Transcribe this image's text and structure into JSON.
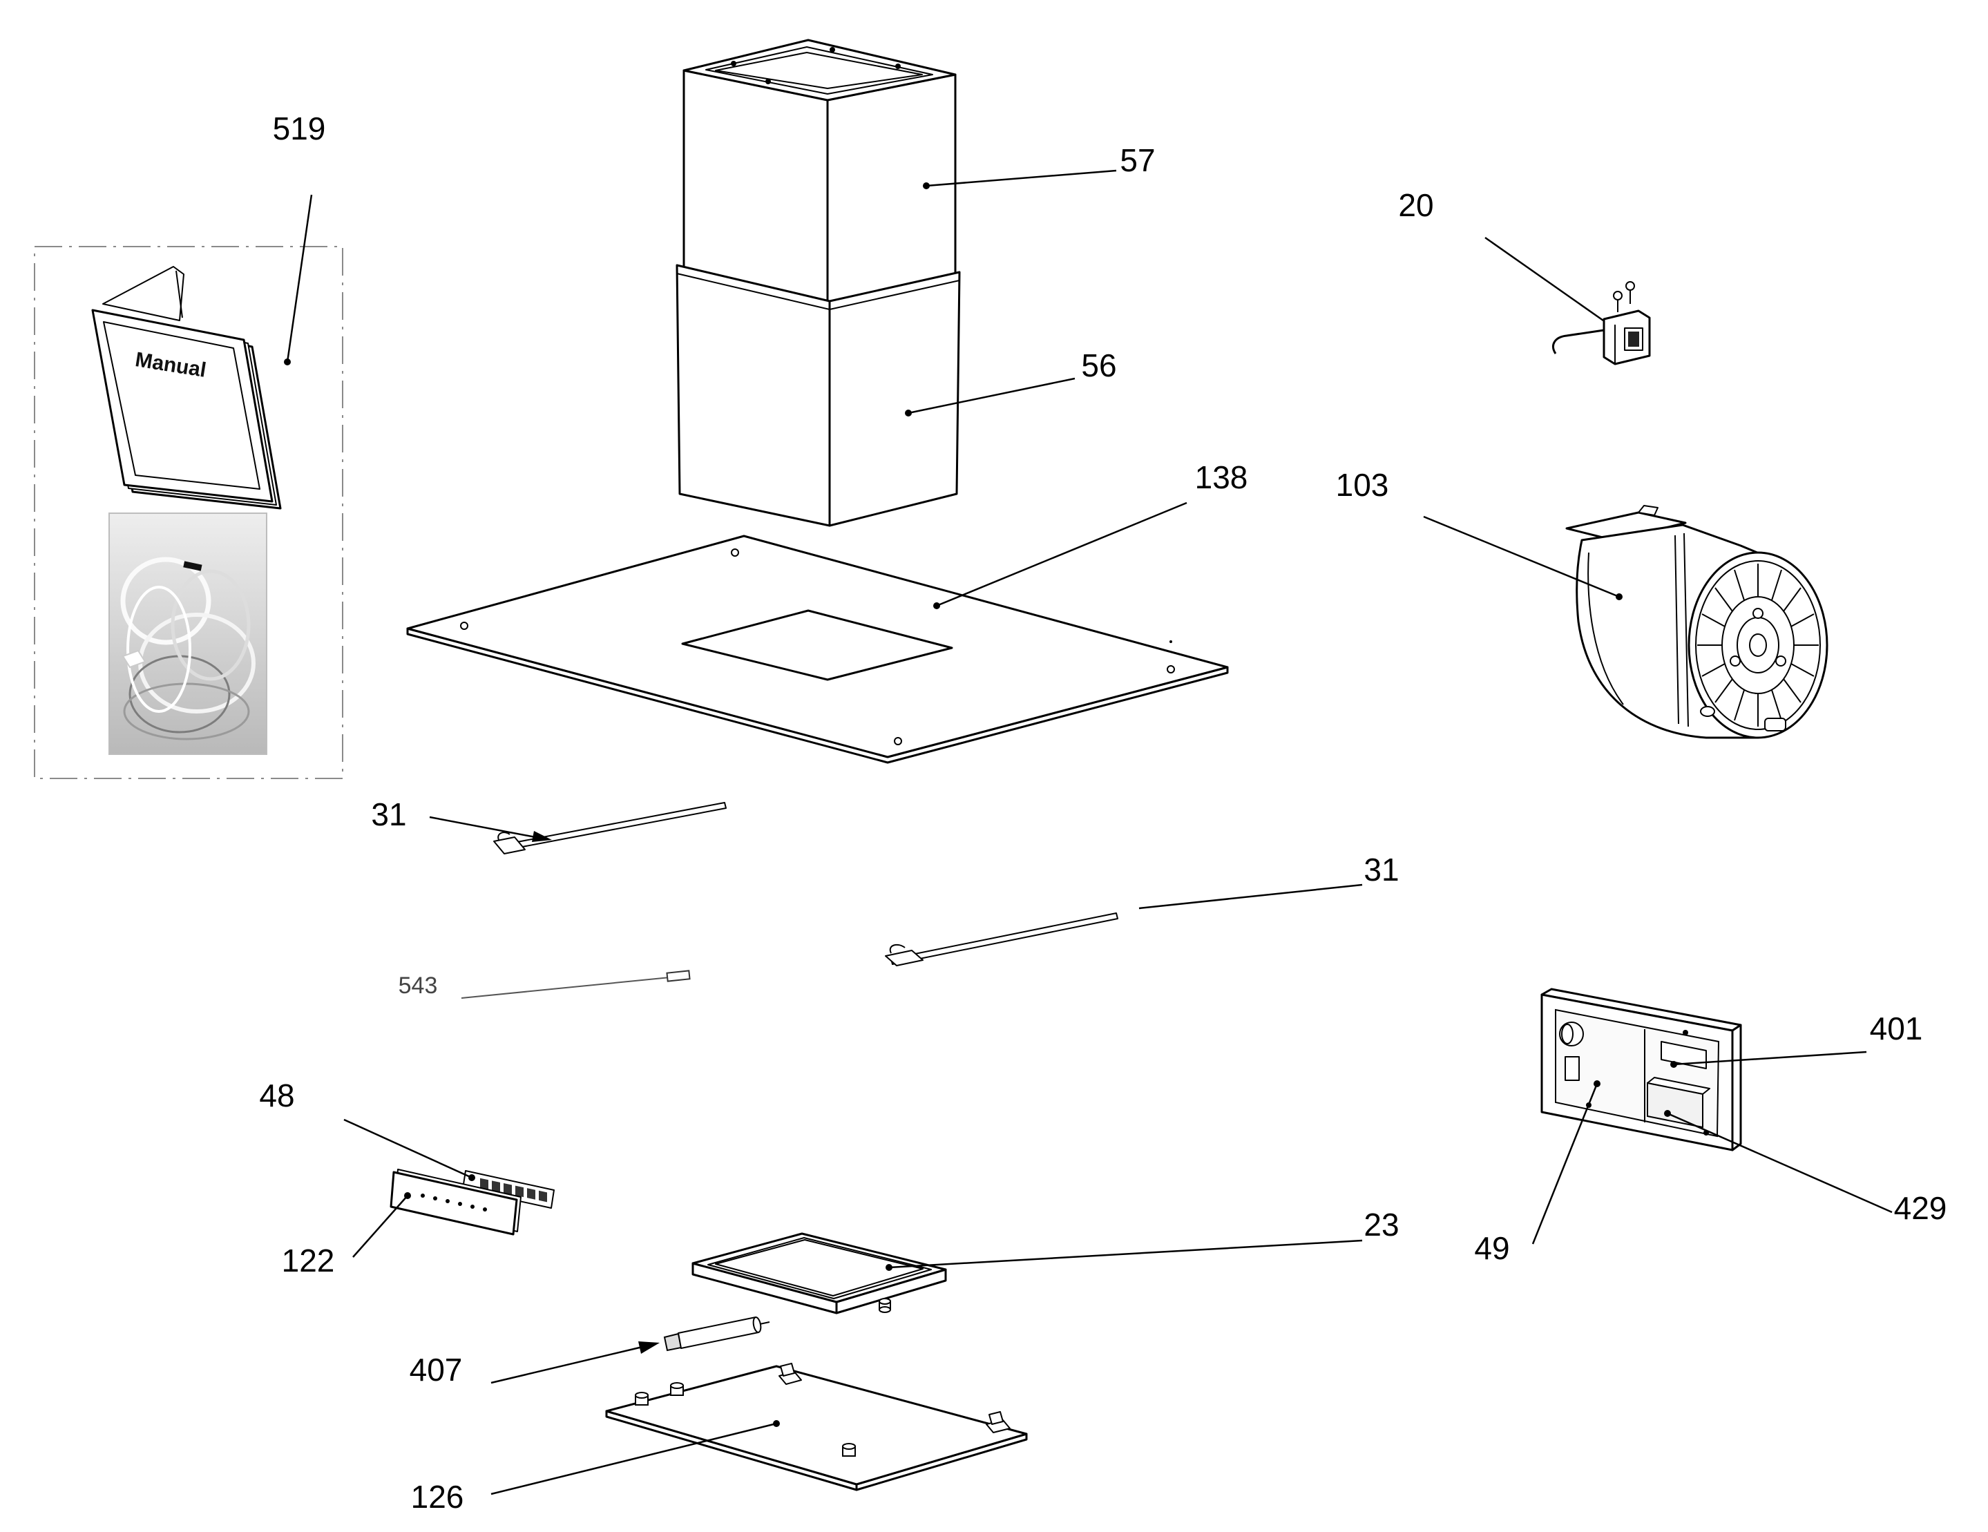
{
  "diagram": {
    "labels": {
      "manual_kit": "519",
      "chimney_upper": "57",
      "switch": "20",
      "chimney_lower": "56",
      "top_plate": "138",
      "blower": "103",
      "bracket_left": "31",
      "bracket_right": "31",
      "wire": "543",
      "control_board": "48",
      "control_box": "401",
      "front_panel": "122",
      "filter": "23",
      "electronics_tray": "49",
      "transformer": "429",
      "lamp": "407",
      "bottom_plate": "126"
    },
    "manual_cover_text": "Manual"
  }
}
